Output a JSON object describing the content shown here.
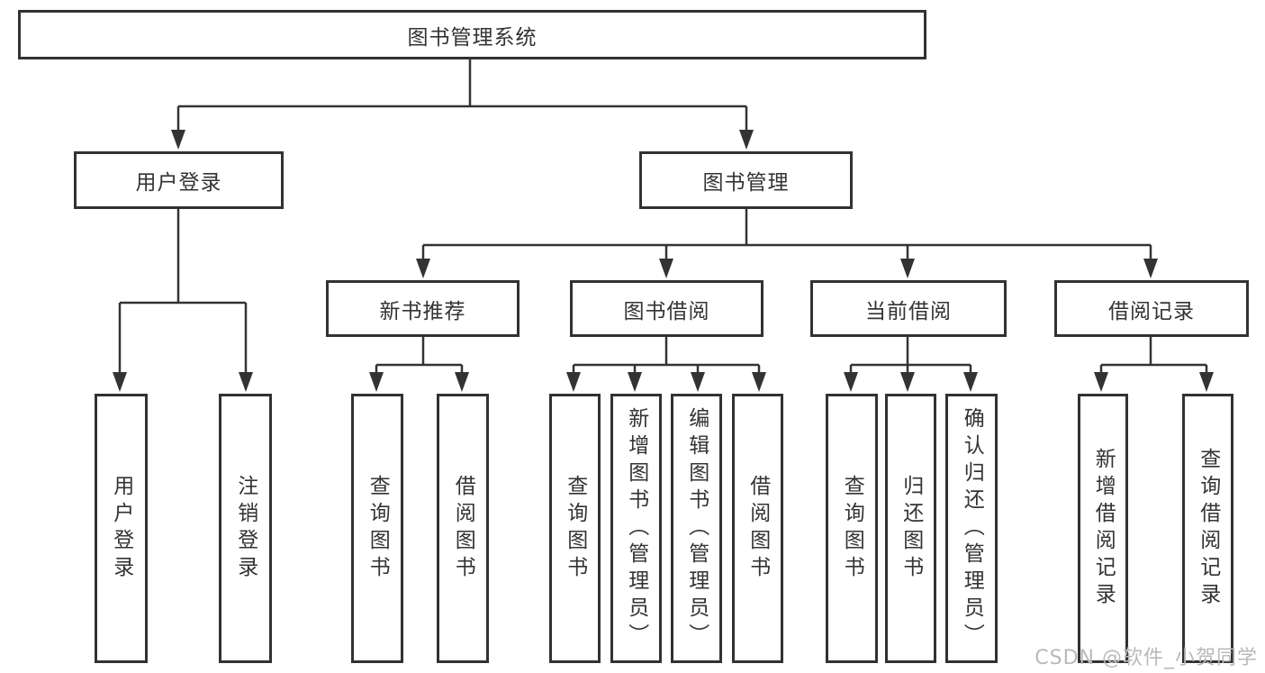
{
  "tree": {
    "label": "图书管理系统",
    "children": [
      {
        "label": "用户登录",
        "children": [
          {
            "label": "用户登录"
          },
          {
            "label": "注销登录"
          }
        ]
      },
      {
        "label": "图书管理",
        "children": [
          {
            "label": "新书推荐",
            "children": [
              {
                "label": "查询图书"
              },
              {
                "label": "借阅图书"
              }
            ]
          },
          {
            "label": "图书借阅",
            "children": [
              {
                "label": "查询图书"
              },
              {
                "label": "新增图书（管理员）"
              },
              {
                "label": "编辑图书（管理员）"
              },
              {
                "label": "借阅图书"
              }
            ]
          },
          {
            "label": "当前借阅",
            "children": [
              {
                "label": "查询图书"
              },
              {
                "label": "归还图书"
              },
              {
                "label": "确认归还（管理员）"
              }
            ]
          },
          {
            "label": "借阅记录",
            "children": [
              {
                "label": "新增借阅记录"
              },
              {
                "label": "查询借阅记录"
              }
            ]
          }
        ]
      }
    ]
  },
  "watermark": "CSDN @软件_小贺同学",
  "colors": {
    "line": "#333333",
    "box_border": "#303234",
    "text": "#333333",
    "watermark": "#b9b9b9",
    "background": "#ffffff"
  }
}
